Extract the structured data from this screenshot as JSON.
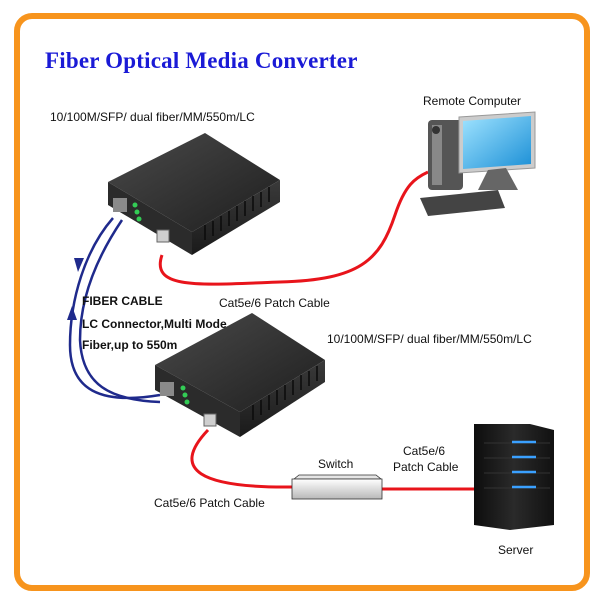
{
  "title": "Fiber Optical Media Converter",
  "converter_top": {
    "spec": "10/100M/SFP/ dual fiber/MM/550m/LC"
  },
  "converter_bottom": {
    "spec": "10/100M/SFP/ dual fiber/MM/550m/LC"
  },
  "remote_computer": {
    "label": "Remote Computer"
  },
  "fiber": {
    "line1": "FIBER CABLE",
    "line2": "LC Connector,Multi Mode",
    "line3": "Fiber,up to 550m"
  },
  "cable_top": {
    "label": "Cat5e/6 Patch Cable"
  },
  "cable_bottom": {
    "label": "Cat5e/6 Patch Cable"
  },
  "switch": {
    "label": "Switch"
  },
  "cable_server": {
    "line1": "Cat5e/6",
    "line2": "Patch Cable"
  },
  "server": {
    "label": "Server"
  },
  "colors": {
    "border": "#f7941d",
    "title": "#1a1ad6",
    "fiber": "#1f2a8c",
    "patch_cable": "#e8141b"
  }
}
